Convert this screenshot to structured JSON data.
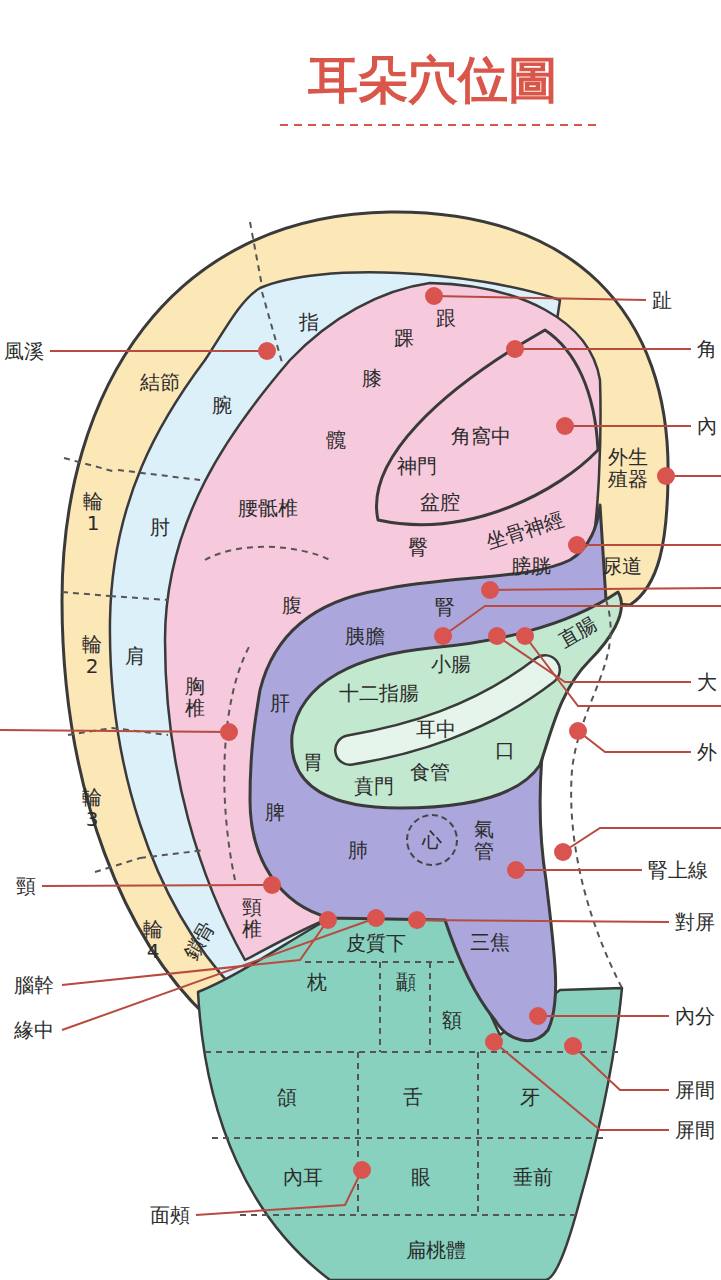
{
  "diagram": {
    "title": "耳朵穴位圖",
    "nodes": [
      {
        "text": [
          "心"
        ]
      }
    ],
    "labels": [
      "趾",
      "風溪",
      "角",
      "結節",
      "指",
      "踝",
      "跟",
      "膝",
      "腕",
      "髖",
      "角窩中",
      "內",
      "神門",
      "外生殖器",
      "輪 1",
      "肘",
      "腰骶椎",
      "盆腔",
      "坐骨神經",
      "臀",
      "膀胱",
      "尿道",
      "腹",
      "腎",
      "直腸",
      "胰膽",
      "輪 2",
      "肩",
      "小腸",
      "大",
      "十二指腸",
      "胸椎",
      "肝",
      "耳中",
      "外",
      "口",
      "胃",
      "食管",
      "賁門",
      "輪 3",
      "脾",
      "肺",
      "氣管",
      "腎上線",
      "頸",
      "頸椎",
      "對屏",
      "皮質下",
      "三焦",
      "鎖骨",
      "輪 4",
      "腦幹",
      "枕",
      "顳",
      "內分",
      "額",
      "緣中",
      "頜",
      "舌",
      "牙",
      "屏間",
      "屏間",
      "內耳",
      "眼",
      "垂前",
      "面頰",
      "扁桃體"
    ]
  }
}
